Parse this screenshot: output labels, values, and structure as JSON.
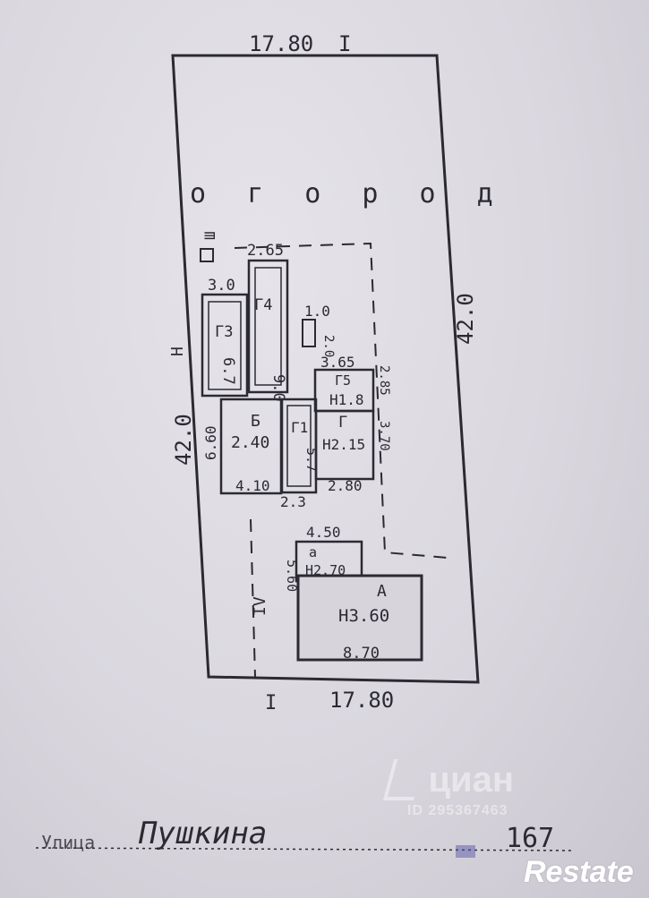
{
  "plan": {
    "top_width": "17.80",
    "top_marker": "I",
    "bottom_width": "17.80",
    "bottom_marker": "I",
    "left_length": "42.0",
    "right_length": "42.0",
    "left_letter": "Н",
    "garden_label": "о г о р о д",
    "shed_marker": "Ш",
    "street_marker": "IV"
  },
  "buildings": {
    "g4": {
      "letter": "Г4",
      "dim_top": "2.65",
      "dim_side": "9.0"
    },
    "g3": {
      "letter": "Г3",
      "dim_top": "3.0",
      "dim_side": "6.7"
    },
    "g_small": {
      "dim_top": "1.0",
      "dim_side": "2.0"
    },
    "g5": {
      "letter": "Г5",
      "dim_top": "3.65",
      "height": "Н1.8",
      "dim_side": "2.85"
    },
    "b": {
      "letter": "Б",
      "height": "2.40",
      "dim_side": "6.60",
      "dim_bottom": "4.10"
    },
    "g1": {
      "letter": "Г1",
      "dim_side": "5.7",
      "dim_bottom": "2.3"
    },
    "g": {
      "letter": "Г",
      "height": "Н2.15",
      "dim_side": "3.70",
      "dim_bottom": "2.80"
    },
    "a_ext": {
      "letter": "а",
      "dim_top": "4.50",
      "height": "Н2.70",
      "dim_side": "5.60"
    },
    "a": {
      "letter": "А",
      "height": "Н3.60",
      "dim_bottom": "8.70"
    }
  },
  "footer": {
    "street_label": "Улица",
    "street_name": "Пушкина",
    "house_number": "167"
  },
  "watermarks": {
    "cian_text": "циан",
    "cian_id": "ID 295367463",
    "restate": "Restate"
  }
}
